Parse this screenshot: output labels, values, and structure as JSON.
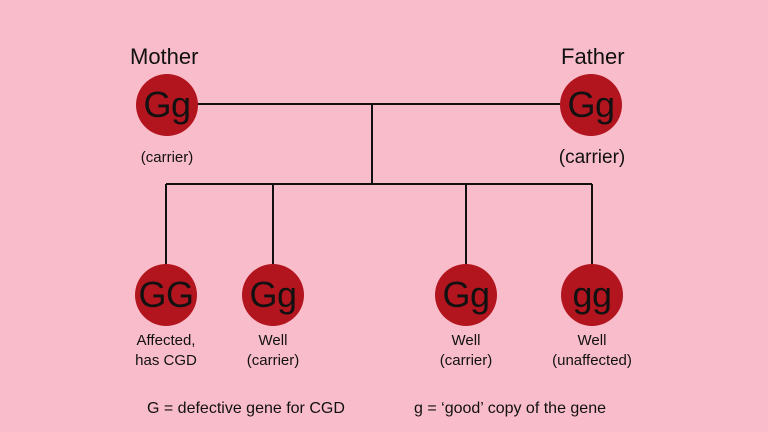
{
  "parents": {
    "mother": {
      "role": "Mother",
      "genotype": "Gg",
      "status": "(carrier)"
    },
    "father": {
      "role": "Father",
      "genotype": "Gg",
      "status": "(carrier)"
    }
  },
  "children": [
    {
      "genotype": "GG",
      "status_line1": "Affected,",
      "status_line2": "has CGD"
    },
    {
      "genotype": "Gg",
      "status_line1": "Well",
      "status_line2": "(carrier)"
    },
    {
      "genotype": "Gg",
      "status_line1": "Well",
      "status_line2": "(carrier)"
    },
    {
      "genotype": "gg",
      "status_line1": "Well",
      "status_line2": "(unaffected)"
    }
  ],
  "legend": {
    "upper": "G = defective gene for CGD",
    "lower": "g = ‘good’ copy of the gene"
  },
  "colors": {
    "background": "#f9bccb",
    "node_fill": "#b3151f",
    "line": "#111111"
  }
}
